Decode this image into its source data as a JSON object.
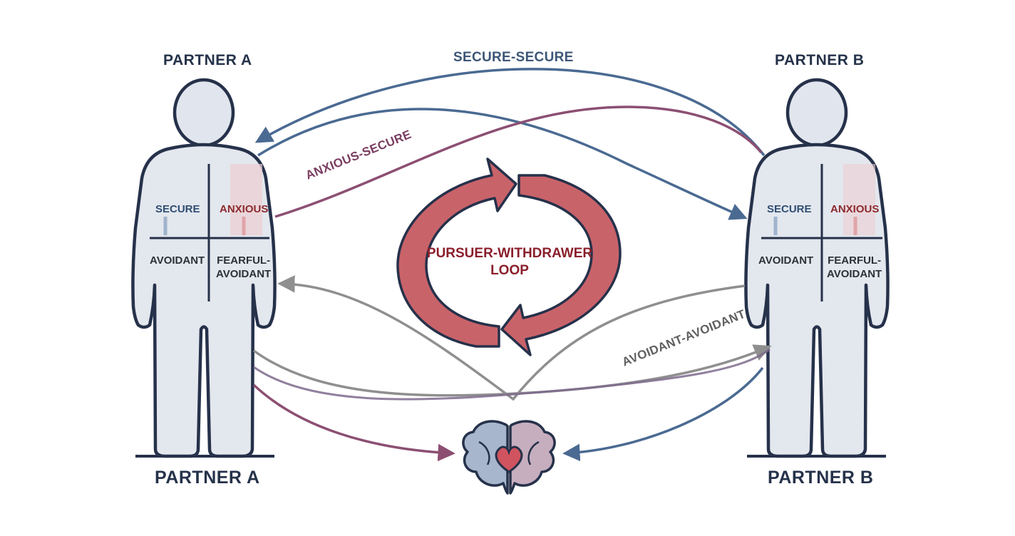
{
  "partner_a": {
    "label_top": "PARTNER A",
    "label_bottom": "PARTNER A",
    "quadrants": {
      "secure": "SECURE",
      "anxious": "ANXIOUS",
      "avoidant": "AVOIDANT",
      "fearful_line1": "FEARFUL-",
      "fearful_line2": "AVOIDANT"
    }
  },
  "partner_b": {
    "label_top": "PARTNER B",
    "label_bottom": "PARTNER B",
    "quadrants": {
      "secure": "SECURE",
      "anxious": "ANXIOUS",
      "avoidant": "AVOIDANT",
      "fearful_line1": "FEARFUL-",
      "fearful_line2": "AVOIDANT"
    }
  },
  "links": {
    "secure_secure": "SECURE-SECURE",
    "anxious_secure": "ANXIOUS-SECURE",
    "avoidant_avoidant": "AVOIDANT-AVOIDANT"
  },
  "loop": {
    "line1": "PURSUER-WITHDRAWER",
    "line2": "LOOP"
  },
  "icons": {
    "center_bottom": "brain-heart-icon",
    "center": "cycle-arrows-icon"
  },
  "colors": {
    "outline": "#26314a",
    "body_fill": "#e3e7ee",
    "secure_blue": "#4a6a92",
    "anxious_plum": "#8c4f72",
    "avoidant_gray": "#8f8f8f",
    "loop_red": "#c9636a",
    "anxious_text": "#8c2a2e"
  }
}
